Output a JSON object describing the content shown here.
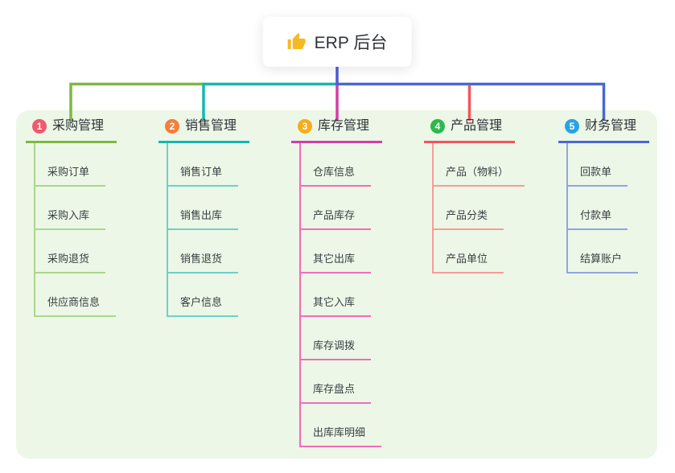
{
  "root": {
    "label": "ERP 后台",
    "icon": "thumbs-up-icon",
    "icon_color": "#f5b922",
    "line_color": "#4d5ad5"
  },
  "colors": {
    "page_background": "#ffffff",
    "panel_background": "#ecf7e7",
    "title_text": "#2f3338",
    "child_text": "#3b4045"
  },
  "branches": [
    {
      "index": "1",
      "label": "采购管理",
      "badge_color": "#f2586e",
      "line_color": "#7db843",
      "child_line_color": "#abd68c",
      "children": [
        "采购订单",
        "采购入库",
        "采购退货",
        "供应商信息"
      ]
    },
    {
      "index": "2",
      "label": "销售管理",
      "badge_color": "#f67e3a",
      "line_color": "#14b8ae",
      "child_line_color": "#6fd0c8",
      "children": [
        "销售订单",
        "销售出库",
        "销售退货",
        "客户信息"
      ]
    },
    {
      "index": "3",
      "label": "库存管理",
      "badge_color": "#f8ac16",
      "line_color": "#d43da5",
      "child_line_color": "#f26cb8",
      "children": [
        "仓库信息",
        "产品库存",
        "其它出库",
        "其它入库",
        "库存调拨",
        "库存盘点",
        "出库库明细"
      ]
    },
    {
      "index": "4",
      "label": "产品管理",
      "badge_color": "#2eb84e",
      "line_color": "#f4545e",
      "child_line_color": "#f79d96",
      "children": [
        "产品（物料）",
        "产品分类",
        "产品单位"
      ]
    },
    {
      "index": "5",
      "label": "财务管理",
      "badge_color": "#29a3e3",
      "line_color": "#4968d2",
      "child_line_color": "#8ea6e0",
      "children": [
        "回款单",
        "付款单",
        "结算账户"
      ]
    }
  ]
}
